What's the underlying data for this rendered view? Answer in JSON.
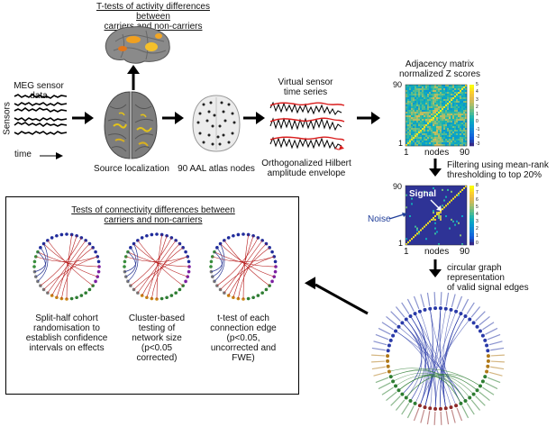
{
  "top_title": {
    "line1": "T-tests of activity differences between",
    "line2": "carriers and non-carriers"
  },
  "meg": {
    "title": "MEG sensor data",
    "ylabel": "Sensors",
    "xlabel": "time"
  },
  "source_label": "Source localization",
  "atlas_label": "90 AAL atlas nodes",
  "virtual": {
    "title1": "Virtual sensor",
    "title2": "time series",
    "sub1": "Orthogonalized Hilbert",
    "sub2": "amplitude envelope"
  },
  "adjacency": {
    "title1": "Adjacency matrix",
    "title2": "normalized Z scores",
    "y_top": "90",
    "y_bottom": "1",
    "x_left": "1",
    "x_mid": "nodes",
    "x_right": "90",
    "colorbar": [
      "5",
      "4",
      "3",
      "2",
      "1",
      "0",
      "-1",
      "-2",
      "-3"
    ]
  },
  "filter_label": {
    "line1": "Filtering using mean-rank",
    "line2": "thresholding to top 20%"
  },
  "filtered": {
    "y_top": "90",
    "y_bottom": "1",
    "x_left": "1",
    "x_mid": "nodes",
    "x_right": "90",
    "signal": "Signal",
    "noise": "Noise",
    "colorbar": [
      "8",
      "7",
      "6",
      "5",
      "4",
      "3",
      "2",
      "1",
      "0"
    ]
  },
  "circular_label": {
    "line1": "circular graph representation",
    "line2": "of valid signal edges"
  },
  "tests": {
    "title1": "Tests of connectivity differences between",
    "title2": "carriers and non-carriers",
    "items": [
      {
        "lines": [
          "Split-half cohort",
          "randomisation to",
          "establish confidence",
          "intervals on effects"
        ]
      },
      {
        "lines": [
          "Cluster-based",
          "testing of",
          "network size",
          "(p<0.05",
          "corrected)"
        ]
      },
      {
        "lines": [
          "t-test of each",
          "connection edge",
          "(p<0.05,",
          "uncorrected and",
          "FWE)"
        ]
      }
    ]
  },
  "colors": {
    "accent": "#1f3d99",
    "arrow": "#000000"
  }
}
